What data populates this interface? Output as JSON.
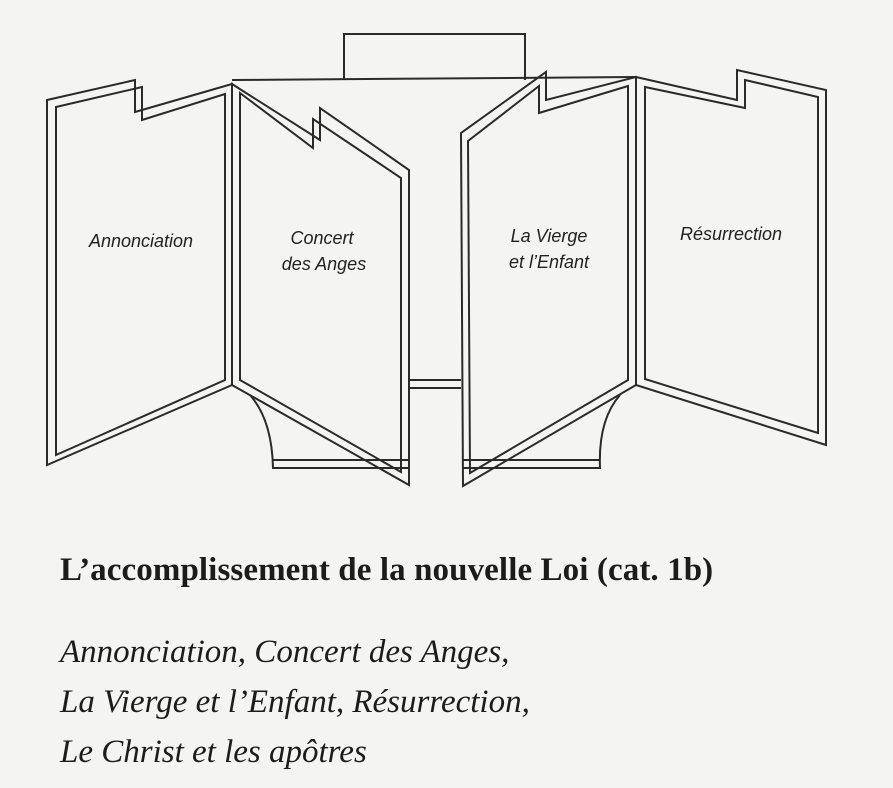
{
  "panels": [
    {
      "id": "annonciation",
      "lines": [
        "Annonciation"
      ]
    },
    {
      "id": "concert",
      "lines": [
        "Concert",
        "des Anges"
      ]
    },
    {
      "id": "vierge",
      "lines": [
        "La Vierge",
        "et l’Enfant"
      ]
    },
    {
      "id": "resurrection",
      "lines": [
        "Résurrection"
      ]
    }
  ],
  "caption": {
    "title": "L’accomplissement de la nouvelle Loi (cat. 1b)",
    "subtitle_lines": [
      "Annonciation, Concert des Anges,",
      "La Vierge et l’Enfant, Résurrection,",
      "Le Christ et les apôtres"
    ]
  }
}
